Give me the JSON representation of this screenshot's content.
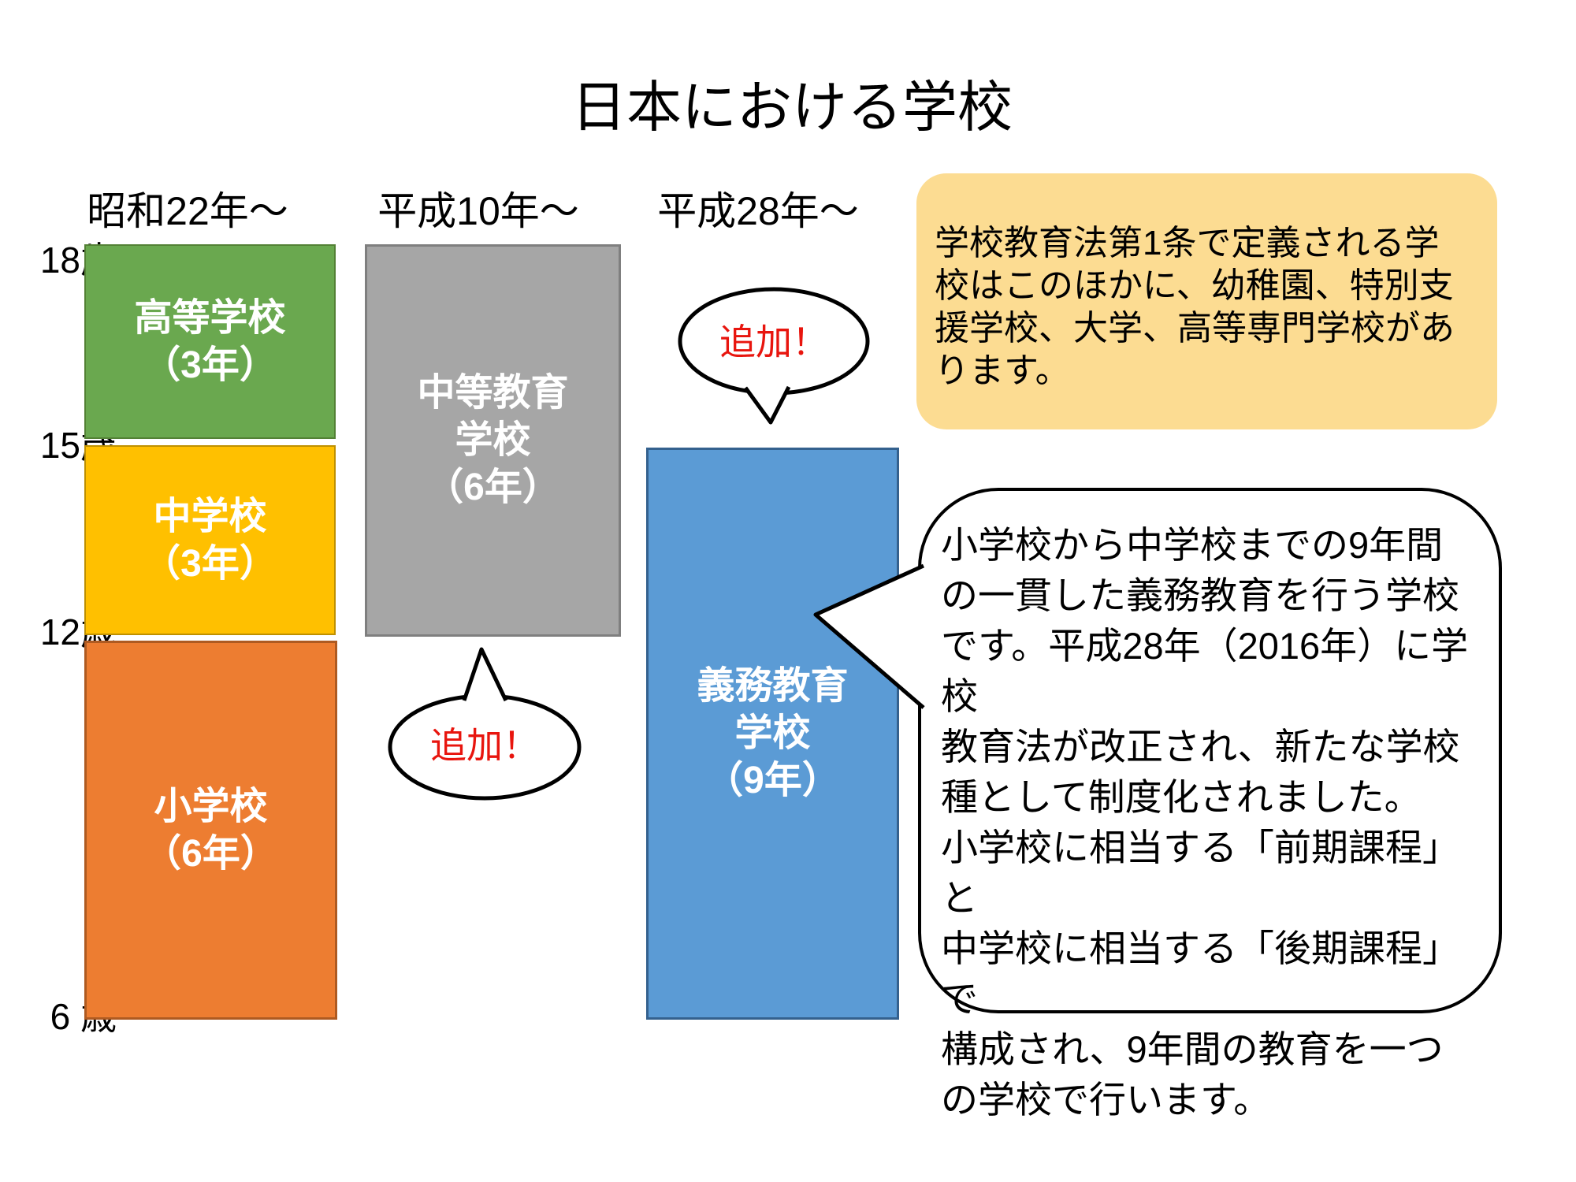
{
  "title": "日本における学校",
  "columns": [
    {
      "header": "昭和22年～",
      "boxes": [
        {
          "name": "高等学校",
          "label": "高等学校\n（3年）",
          "years": "3年",
          "color": "#6aa84f"
        },
        {
          "name": "中学校",
          "label": "中学校\n（3年）",
          "years": "3年",
          "color": "#ffc000"
        },
        {
          "name": "小学校",
          "label": "小学校\n（6年）",
          "years": "6年",
          "color": "#ed7d31"
        }
      ]
    },
    {
      "header": "平成10年～",
      "boxes": [
        {
          "name": "中等教育学校",
          "label": "中等教育\n学校\n（6年）",
          "years": "6年",
          "color": "#a6a6a6"
        }
      ]
    },
    {
      "header": "平成28年～",
      "boxes": [
        {
          "name": "義務教育学校",
          "label": "義務教育\n学校\n（9年）",
          "years": "9年",
          "color": "#5b9bd5"
        }
      ]
    }
  ],
  "age_axis": {
    "labels": [
      "18歳",
      "15歳",
      "12歳",
      "6 歳"
    ]
  },
  "callouts": {
    "chuto_added": "追加！",
    "gimu_added": "追加！",
    "text_color": "#e8150e"
  },
  "notes": {
    "law_note": "学校教育法第1条で定義される学\n校はこのほかに、幼稚園、特別支\n援学校、大学、高等専門学校があ\nります。",
    "law_note_fill": "#fcdc92",
    "speech_note": "小学校から中学校までの9年間\nの一貫した義務教育を行う学校\nです。平成28年（2016年）に学校\n教育法が改正され、新たな学校\n種として制度化されました。\n小学校に相当する「前期課程」と\n中学校に相当する「後期課程」で\n構成され、9年間の教育を一つ\nの学校で行います。"
  }
}
